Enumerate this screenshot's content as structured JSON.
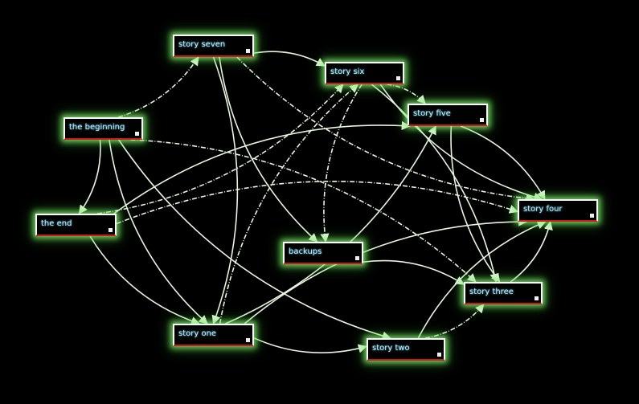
{
  "nodes": [
    {
      "id": "story-seven",
      "label": "story seven"
    },
    {
      "id": "story-six",
      "label": "story six"
    },
    {
      "id": "the-beginning",
      "label": "the beginning"
    },
    {
      "id": "story-five",
      "label": "story five"
    },
    {
      "id": "the-end",
      "label": "the end"
    },
    {
      "id": "story-four",
      "label": "story four"
    },
    {
      "id": "backups",
      "label": "backups"
    },
    {
      "id": "story-three",
      "label": "story three"
    },
    {
      "id": "story-one",
      "label": "story one"
    },
    {
      "id": "story-two",
      "label": "story two"
    }
  ],
  "edges": [
    [
      "the-beginning",
      "story-seven"
    ],
    [
      "the-beginning",
      "the-end"
    ],
    [
      "the-beginning",
      "story-one"
    ],
    [
      "the-beginning",
      "story-three"
    ],
    [
      "the-beginning",
      "story-two"
    ],
    [
      "story-seven",
      "story-six"
    ],
    [
      "story-seven",
      "story-four"
    ],
    [
      "story-seven",
      "story-one"
    ],
    [
      "story-seven",
      "backups"
    ],
    [
      "story-six",
      "story-five"
    ],
    [
      "story-six",
      "story-four"
    ],
    [
      "story-six",
      "story-three"
    ],
    [
      "story-six",
      "backups"
    ],
    [
      "story-five",
      "story-four"
    ],
    [
      "story-five",
      "story-three"
    ],
    [
      "the-end",
      "story-four"
    ],
    [
      "the-end",
      "story-one"
    ],
    [
      "the-end",
      "story-five"
    ],
    [
      "the-end",
      "story-six"
    ],
    [
      "backups",
      "story-three"
    ],
    [
      "story-one",
      "story-two"
    ],
    [
      "story-one",
      "story-six"
    ],
    [
      "story-one",
      "story-five"
    ],
    [
      "story-one",
      "story-four"
    ],
    [
      "story-two",
      "story-three"
    ],
    [
      "story-two",
      "story-four"
    ],
    [
      "story-three",
      "story-four"
    ]
  ],
  "colors": {
    "background": "#000000",
    "edge": "#e8f5e0",
    "node_border": "#ffffff",
    "node_accent": "#d01818",
    "glow": "#8cff78",
    "label": "#bfefff"
  }
}
